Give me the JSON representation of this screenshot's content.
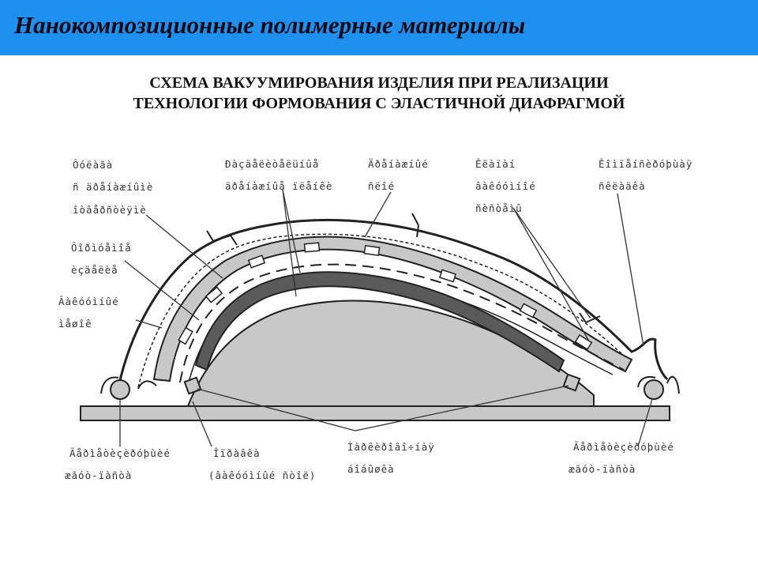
{
  "header": {
    "title": "Нанокомпозиционные полимерные материалы"
  },
  "subtitle": {
    "line1": "СХЕМА ВАКУУМИРОВАНИЯ ИЗДЕЛИЯ ПРИ РЕАЛИЗАЦИИ",
    "line2": "ТЕХНОЛОГИИ ФОРМОВАНИЯ С ЭЛАСТИЧНОЙ ДИАФРАГМОЙ"
  },
  "labels": {
    "l1": [
      "Ôóëàãà",
      "ñ äðåíàæíûìè",
      "îòâåðñòèÿìè"
    ],
    "l2": [
      "Ôîðìóåìîå",
      "èçäåëèå"
    ],
    "l3": [
      "Âàêóóìíûé",
      "ìåøîê"
    ],
    "l4": [
      "Ðàçäåëèòåëüíûå",
      "äðåíàæíûå ïëåíêè"
    ],
    "l5": [
      "Äðåíàæíûé",
      "ñëîé"
    ],
    "l6": [
      "Êëàïàí",
      "âàêóóìíîé",
      "ñèñòåìû"
    ],
    "l7": [
      "Êîìïåíñèðóþùàÿ",
      "ñêëàäêà"
    ],
    "l8": [
      "Ãåðìåòèçèðóþùèé",
      "æãóò-ïàñòà"
    ],
    "l9": [
      "Îïðàâêà",
      "(âàêóóìíûé ñòîë)"
    ],
    "l10": [
      "Ìàðêèðîâî÷íàÿ",
      "áîáûøêà"
    ],
    "l11": [
      "Ãåðìåòèçèðóþùèé",
      "æãóò-ïàñòà"
    ]
  },
  "colors": {
    "header_bg": "#1e90f0",
    "fill_gray": "#c8c8c8",
    "dark_band": "#5a5a5a",
    "line": "#222222"
  }
}
